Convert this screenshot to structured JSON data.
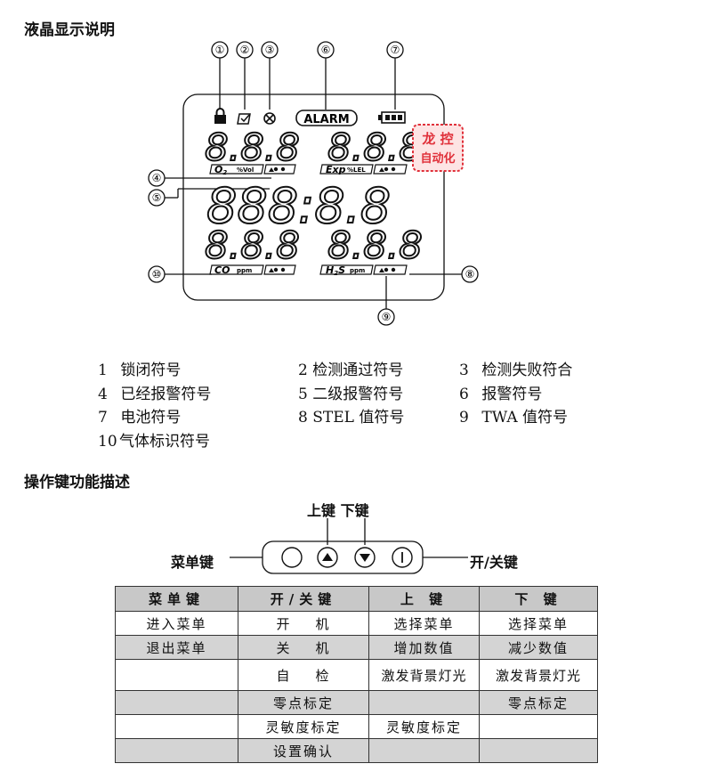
{
  "section1_title": "液晶显示说明",
  "lcd": {
    "callouts": [
      "①",
      "②",
      "③",
      "⑥",
      "⑦",
      "④",
      "⑤",
      "⑩",
      "⑧",
      "⑨"
    ],
    "alarm_label": "ALARM",
    "top_left_digits": "8.8.8",
    "top_right_digits": "8.8.8",
    "middle_digits": "888:8.8",
    "bottom_left_digits": "8.8.8",
    "bottom_right_digits": "8.8.8",
    "label_o2": "O",
    "label_o2_sub": "2",
    "unit_vol": "%Vol",
    "label_exp": "Exp",
    "unit_lel": "%LEL",
    "label_co": "CO",
    "unit_ppm": "ppm",
    "label_h2s": "H",
    "label_h2s_sub": "2",
    "label_h2s_s": "S",
    "unit_ppm2": "ppm",
    "stamp_line1": "龙 控",
    "stamp_line2": "自动化"
  },
  "legend": {
    "c1": [
      {
        "num": "1",
        "text": "锁闭符号"
      },
      {
        "num": "4",
        "text": "已经报警符号"
      },
      {
        "num": "7",
        "text": "电池符号"
      },
      {
        "num": "10",
        "text": "气体标识符号"
      }
    ],
    "c2": [
      {
        "num": "2",
        "text": "检测通过符号"
      },
      {
        "num": "5",
        "text": "二级报警符号"
      },
      {
        "num": "8",
        "text": "STEL 值符号"
      }
    ],
    "c3": [
      {
        "num": "3",
        "text": "检测失败符合"
      },
      {
        "num": "6",
        "text": "报警符号"
      },
      {
        "num": "9",
        "text": "TWA 值符号"
      }
    ]
  },
  "section2_title": "操作键功能描述",
  "keys": {
    "up_down_label": "上键 下键",
    "menu_label": "菜单键",
    "power_label": "开/关键"
  },
  "table": {
    "headers": [
      "菜单键",
      "开/关键",
      "上  键",
      "下  键"
    ],
    "rows": [
      [
        "进入菜单",
        "开    机",
        "选择菜单",
        "选择菜单"
      ],
      [
        "退出菜单",
        "关    机",
        "增加数值",
        "减少数值"
      ],
      [
        "",
        "自    检",
        "激发背景灯光",
        "激发背景灯光"
      ],
      [
        "",
        "零点标定",
        "",
        "零点标定"
      ],
      [
        "",
        "灵敏度标定",
        "灵敏度标定",
        ""
      ],
      [
        "",
        "设置确认",
        "",
        ""
      ]
    ]
  }
}
